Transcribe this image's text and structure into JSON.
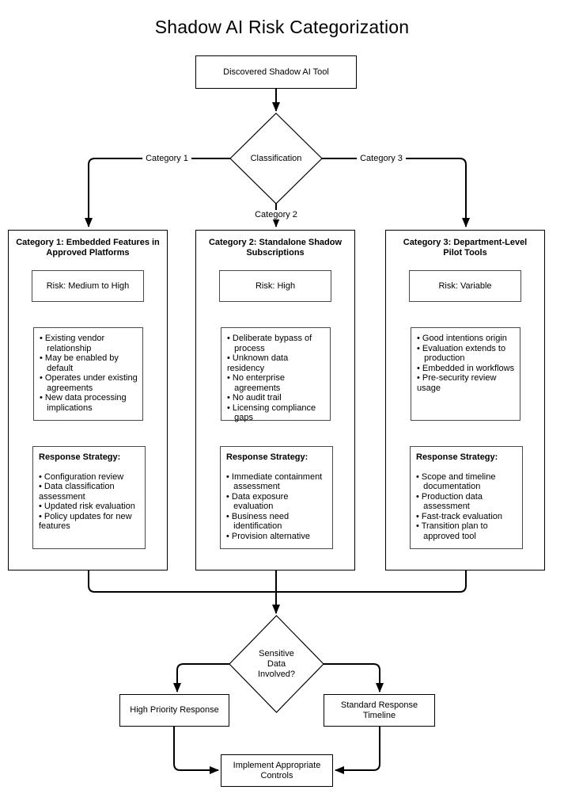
{
  "title": "Shadow AI Risk Categorization",
  "nodes": {
    "start": "Discovered Shadow AI Tool",
    "classification": "Classification",
    "sensitive": "Sensitive\nData\nInvolved?",
    "high_priority": "High Priority Response",
    "standard": "Standard Response\nTimeline",
    "implement": "Implement Appropriate\nControls"
  },
  "branch_labels": {
    "category1": "Category 1",
    "category2": "Category 2",
    "category3": "Category 3"
  },
  "categories": [
    {
      "title": "Category 1: Embedded Features in\nApproved Platforms",
      "risk": "Risk: Medium to High",
      "characteristics": [
        "• Existing vendor\n   relationship",
        "• May be enabled by\n   default",
        "• Operates under existing\n   agreements",
        "• New data processing\n   implications"
      ],
      "response_title": "Response Strategy:",
      "response_items": [
        "• Configuration review",
        "• Data classification\nassessment",
        "• Updated risk evaluation",
        "• Policy updates for new\nfeatures"
      ]
    },
    {
      "title": "Category 2: Standalone Shadow\nSubscriptions",
      "risk": "Risk: High",
      "characteristics": [
        "• Deliberate bypass of\n   process",
        "• Unknown data residency",
        "• No enterprise\n   agreements",
        "• No audit trail",
        "• Licensing compliance\n   gaps"
      ],
      "response_title": "Response Strategy:",
      "response_items": [
        "• Immediate containment\n   assessment",
        "• Data exposure\n   evaluation",
        "• Business need\n   identification",
        "• Provision alternative"
      ]
    },
    {
      "title": "Category 3: Department-Level\nPilot Tools",
      "risk": "Risk: Variable",
      "characteristics": [
        "• Good intentions origin",
        "• Evaluation extends to\n   production",
        "• Embedded in workflows",
        "• Pre-security review\nusage"
      ],
      "response_title": "Response Strategy:",
      "response_items": [
        "• Scope and timeline\n   documentation",
        "• Production data\n   assessment",
        "• Fast-track evaluation",
        "• Transition plan to\n   approved tool"
      ]
    }
  ],
  "colors": {
    "background": "#ffffff",
    "stroke": "#000000",
    "inner_stroke": "#4a4a4a",
    "text": "#000000"
  }
}
